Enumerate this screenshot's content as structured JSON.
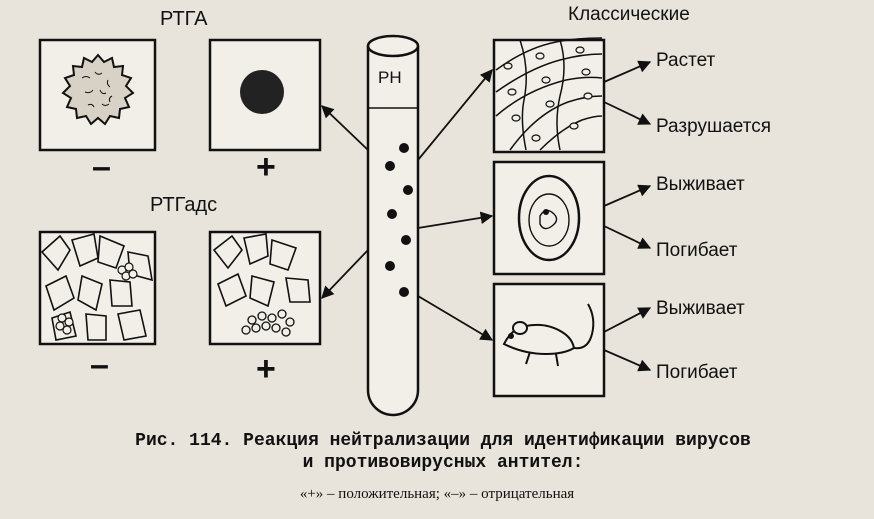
{
  "labels": {
    "rtga": "РТГА",
    "rtgads": "РТГадс",
    "rn": "РН",
    "classic": "Классические"
  },
  "signs": {
    "rtga_minus": "–",
    "rtga_plus": "+",
    "rtgads_minus": "–",
    "rtgads_plus": "+"
  },
  "outcomes": {
    "grows": "Растет",
    "destroyed": "Разрушается",
    "egg_survives": "Выживает",
    "egg_dies": "Погибает",
    "mouse_survives": "Выживает",
    "mouse_dies": "Погибает"
  },
  "caption": {
    "line1": "Рис. 114. Реакция нейтрализации для идентификации вирусов",
    "line2": "и противовирусных антител:",
    "legend": "«+» – положительная; «–» – отрицательная"
  },
  "colors": {
    "ink": "#111111",
    "paper": "#e8e4dc"
  }
}
